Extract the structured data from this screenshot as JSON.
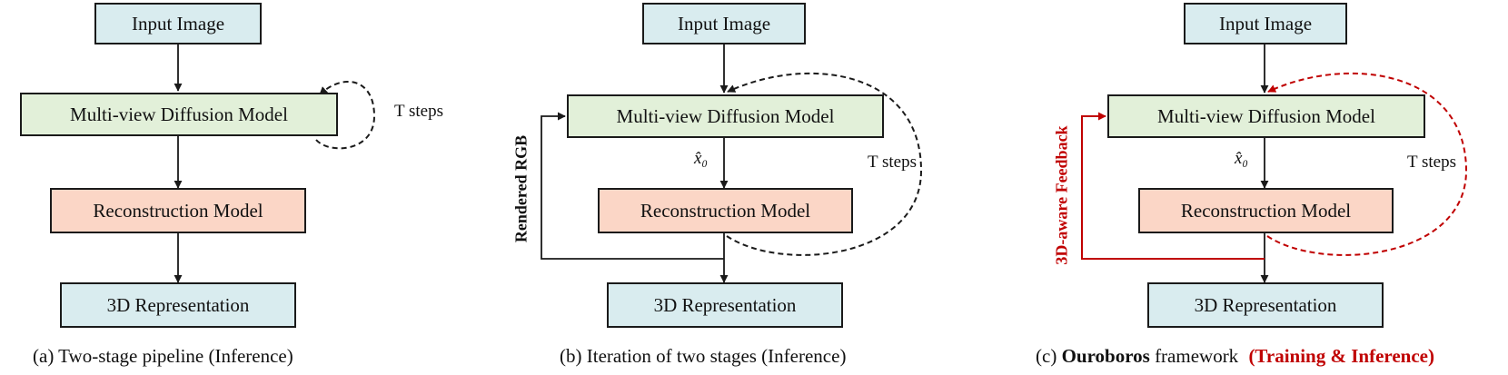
{
  "panel_a": {
    "input": "Input Image",
    "diffusion": "Multi-view Diffusion Model",
    "recon": "Reconstruction Model",
    "rep": "3D Representation",
    "steps": "T steps",
    "caption": "(a) Two-stage pipeline (Inference)"
  },
  "panel_b": {
    "input": "Input Image",
    "diffusion": "Multi-view Diffusion Model",
    "recon": "Reconstruction Model",
    "rep": "3D Representation",
    "steps": "T steps",
    "x0": "x̂₀",
    "feedback": "Rendered RGB",
    "caption": "(b) Iteration of two stages (Inference)"
  },
  "panel_c": {
    "input": "Input Image",
    "diffusion": "Multi-view Diffusion Model",
    "recon": "Reconstruction Model",
    "rep": "3D Representation",
    "steps": "T steps",
    "x0": "x̂₀",
    "feedback": "3D-aware Feedback",
    "caption_prefix": "(c)",
    "caption_bold": "Ouroboros",
    "caption_mid": "framework",
    "caption_red": "(Training & Inference)"
  },
  "colors": {
    "blue_box": "#d9ecef",
    "green_box": "#e2f0d9",
    "peach_box": "#fbd6c6",
    "feedback_red": "#c00000",
    "line": "#1a1a1a"
  }
}
